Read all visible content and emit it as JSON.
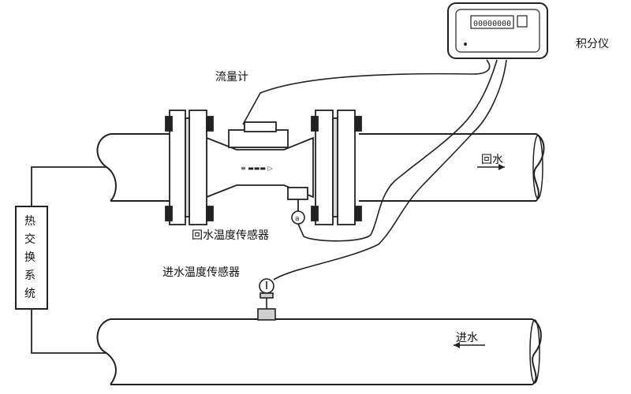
{
  "labels": {
    "integrator": "积分仪",
    "flowmeter": "流量计",
    "return_water": "回水",
    "supply_water": "进水",
    "return_temp_sensor": "回水温度传感器",
    "supply_temp_sensor": "进水温度传感器",
    "heat_exchange_system": [
      "热",
      "交",
      "换",
      "系",
      "统"
    ]
  },
  "integrator_display": "00000000",
  "colors": {
    "line": "#222222",
    "fill": "#ffffff",
    "shade": "#d9d9d9"
  }
}
